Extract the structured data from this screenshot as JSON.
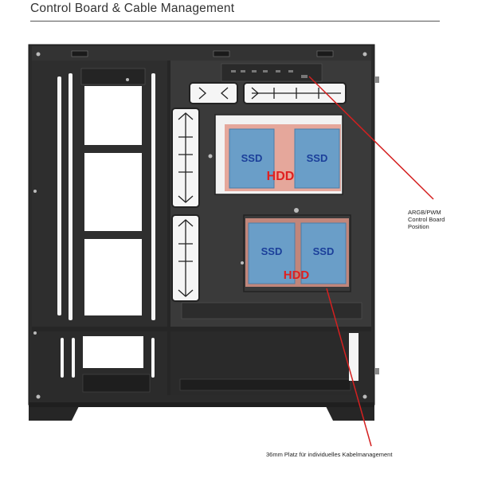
{
  "header": {
    "title": "Control Board & Cable Management"
  },
  "labels": {
    "ssd_tl": "SSD",
    "ssd_tr": "SSD",
    "hdd_top": "HDD",
    "ssd_bl": "SSD",
    "ssd_br": "SSD",
    "hdd_bottom": "HDD"
  },
  "callouts": {
    "control_board": [
      "ARGB/PWM",
      "Control Board",
      "Position"
    ],
    "cable_management": "36mm Platz für individuelles Kabelmanagement"
  },
  "colors": {
    "case_dark": "#2a2a2a",
    "panel_grey": "#3c3c3c",
    "ssd_blue": "#6a9ec8",
    "label_blue": "#1b3f9a",
    "label_red": "#e02020",
    "leader_red": "#d42020"
  }
}
